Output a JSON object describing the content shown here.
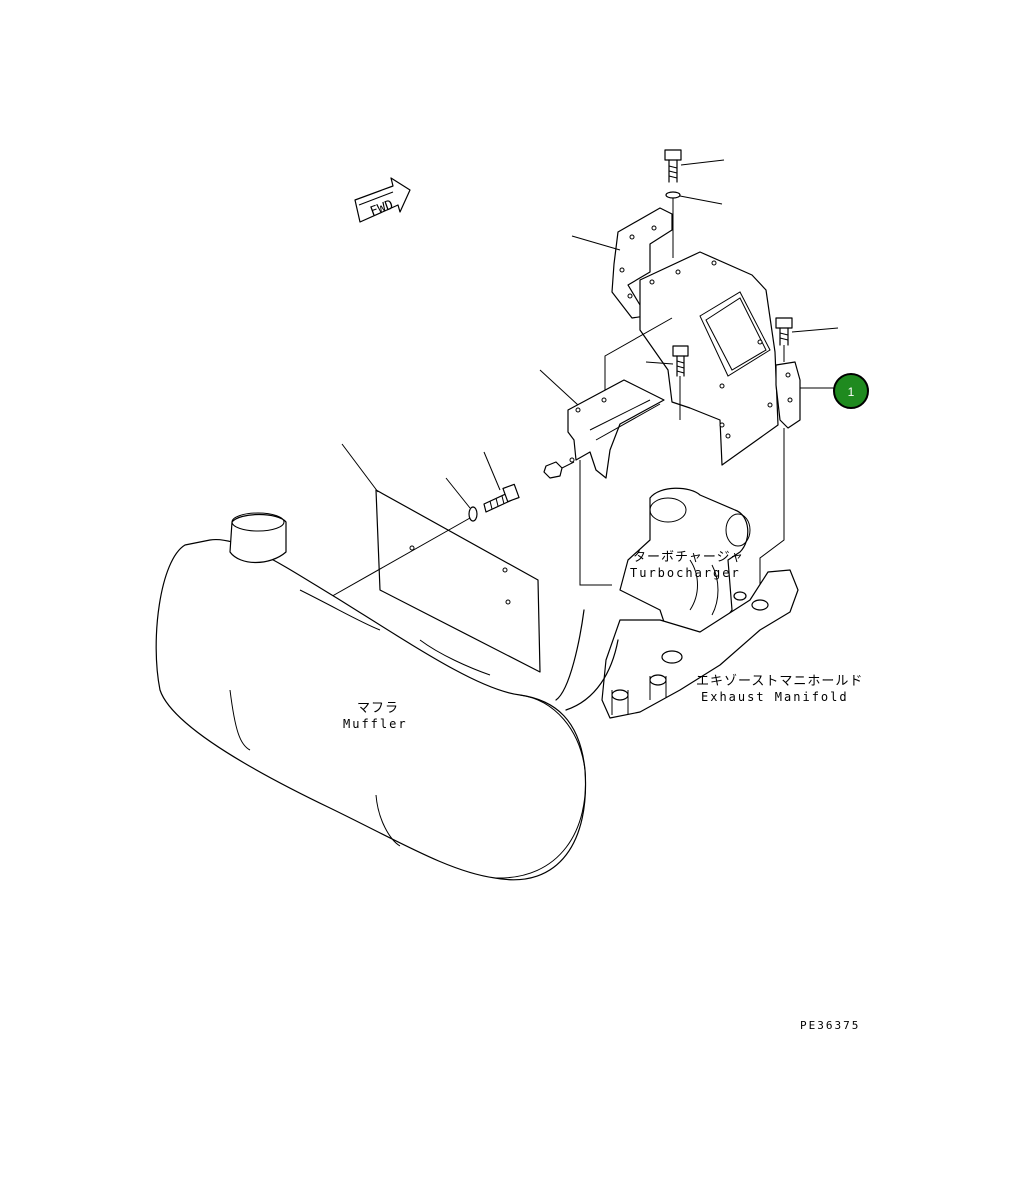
{
  "fwd_label": "FWD",
  "labels": {
    "turbocharger_jp": "ターボチャージャ",
    "turbocharger_en": "Turbocharger",
    "exhaust_jp": "エキゾーストマニホールド",
    "exhaust_en": "Exhaust Manifold",
    "muffler_jp": "マフラ",
    "muffler_en": "Muffler"
  },
  "callout": {
    "number": "1",
    "color": "#1f8a1f"
  },
  "drawing_code": "PE36375"
}
